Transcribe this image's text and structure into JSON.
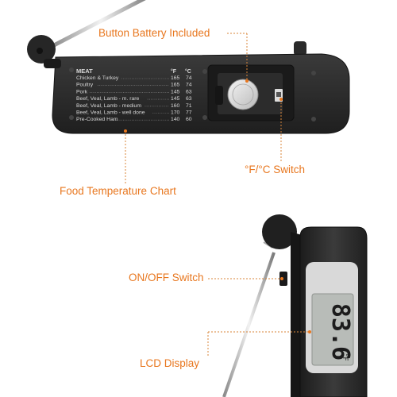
{
  "callouts": {
    "battery": "Button Battery Included",
    "unit_switch": "°F/°C Switch",
    "temp_chart": "Food Temperature Chart",
    "on_off": "ON/OFF Switch",
    "lcd": "LCD Display"
  },
  "chart": {
    "heading": "MEAT",
    "unit_f": "°F",
    "unit_c": "°C",
    "rows": [
      {
        "name": "Chicken & Turkey",
        "f": "165",
        "c": "74"
      },
      {
        "name": "Poultry",
        "f": "165",
        "c": "74"
      },
      {
        "name": "Pork",
        "f": "145",
        "c": "63"
      },
      {
        "name": "Beef, Veal, Lamb - m. rare",
        "f": "145",
        "c": "63"
      },
      {
        "name": "Beef, Veal, Lamb - medium",
        "f": "160",
        "c": "71"
      },
      {
        "name": "Beef, Veal, Lamb - well done",
        "f": "170",
        "c": "77"
      },
      {
        "name": "Pre-Cooked Ham",
        "f": "140",
        "c": "60"
      }
    ]
  },
  "lcd": {
    "reading": "83.6",
    "unit": "°F"
  },
  "colors": {
    "accent": "#e8771f",
    "body": "#2b2b2b",
    "lcd_screen": "#b8bcb8"
  }
}
